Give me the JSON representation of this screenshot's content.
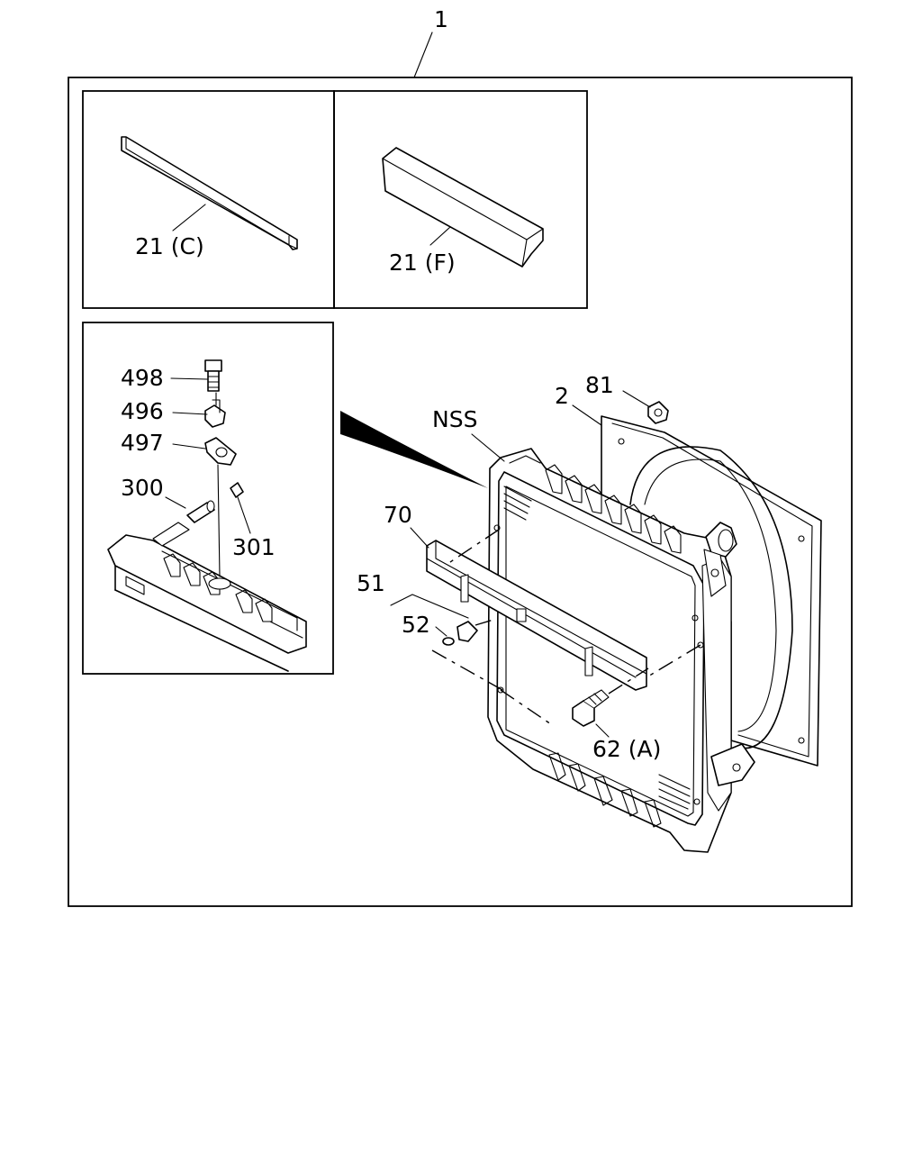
{
  "labels": {
    "assembly": "1",
    "seal_c": "21 (C)",
    "seal_f": "21 (F)",
    "bolt_498": "498",
    "clip_496": "496",
    "gasket_497": "497",
    "plug_300": "300",
    "clip_301": "301",
    "nss": "NSS",
    "shroud_2": "2",
    "nut_81": "81",
    "bracket_70": "70",
    "set_51": "51",
    "washer_52": "52",
    "bolt_62a": "62 (A)"
  }
}
